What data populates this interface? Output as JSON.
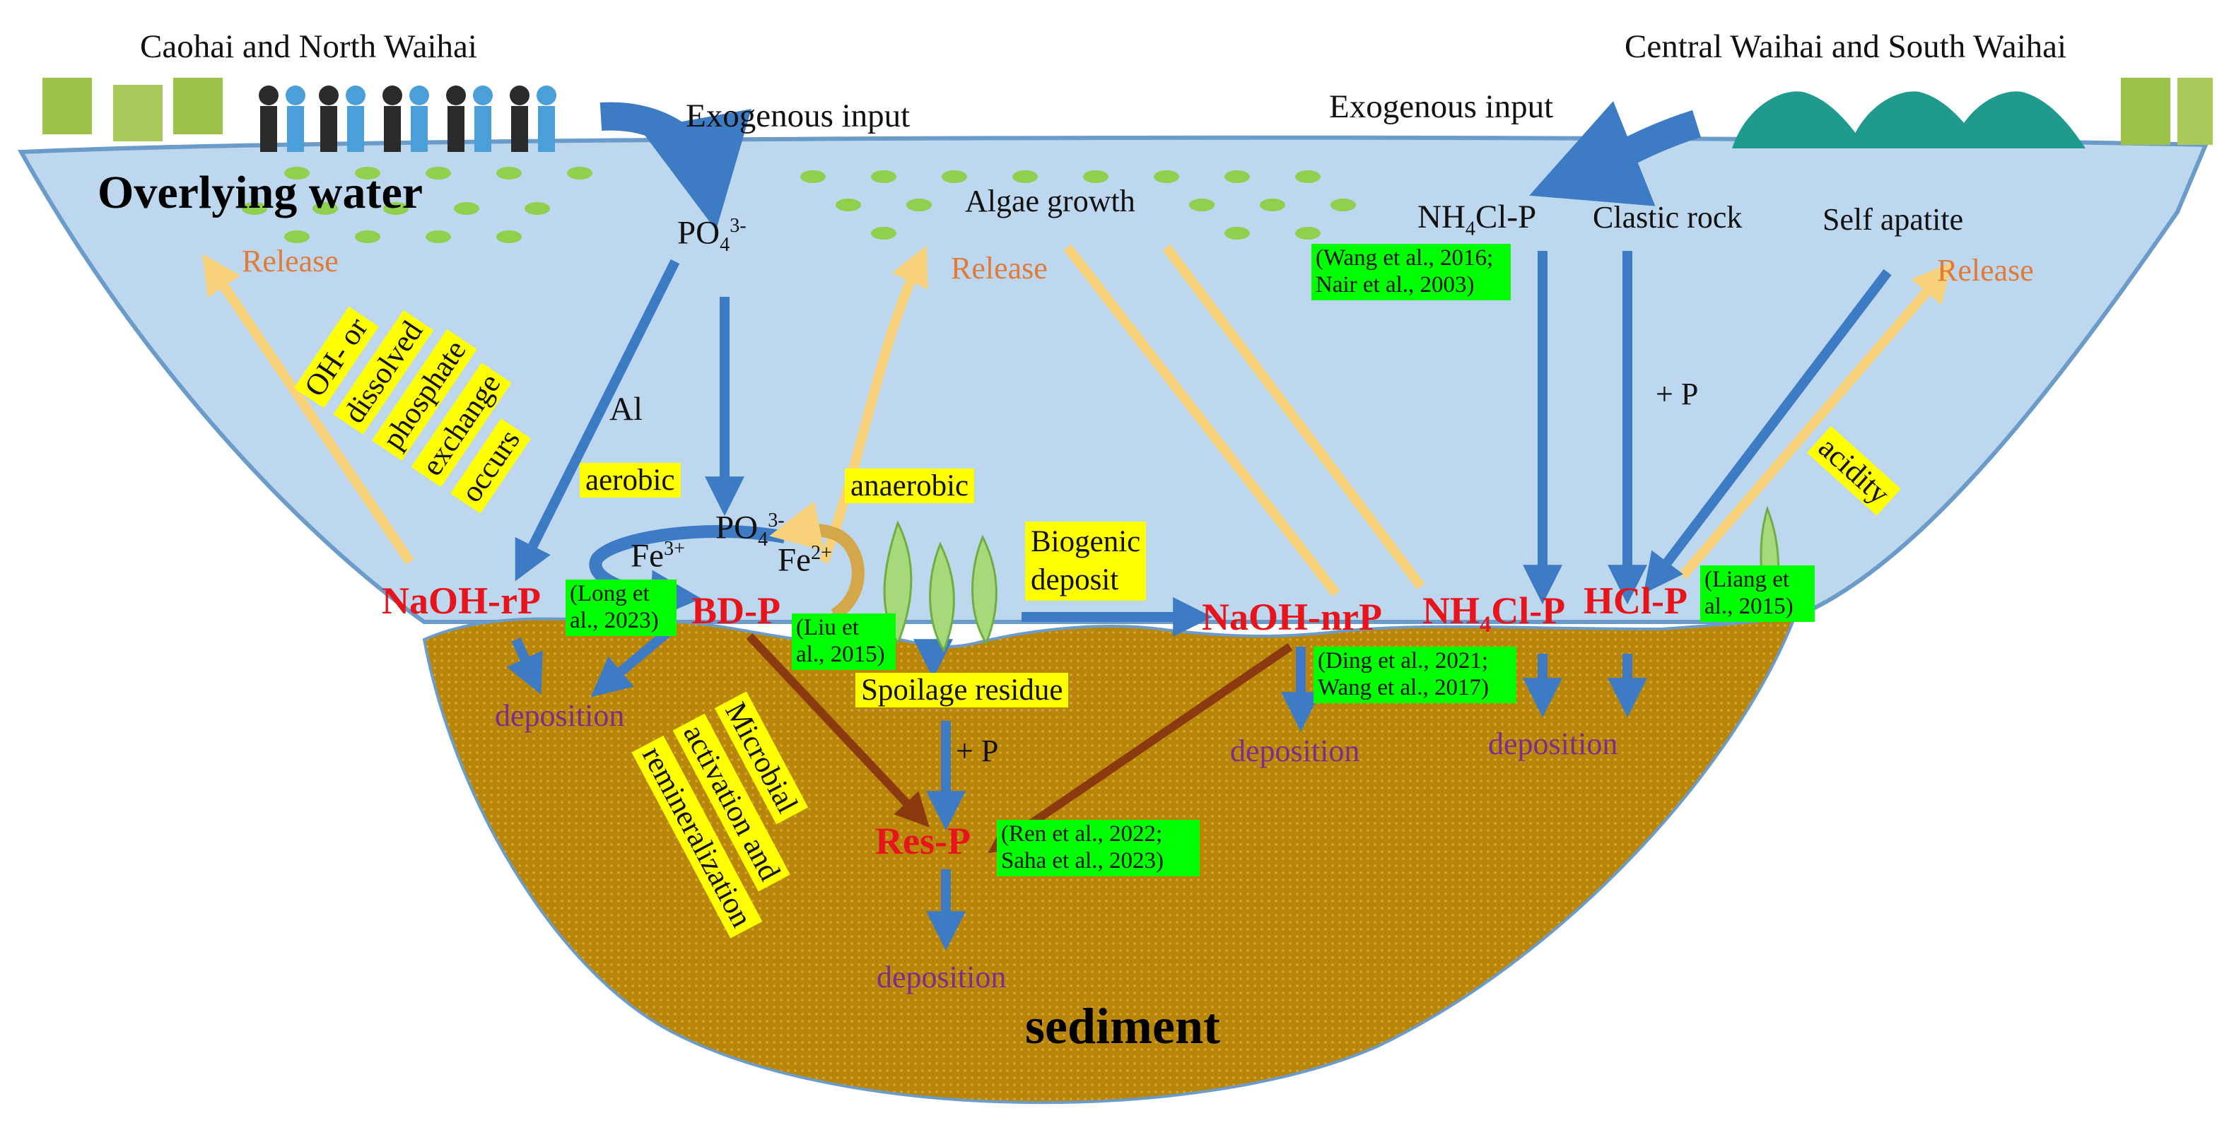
{
  "header": {
    "left_region": "Caohai and North Waihai",
    "right_region": "Central Waihai and South Waihai"
  },
  "inputs": {
    "left_exogenous": "Exogenous input",
    "right_exogenous": "Exogenous input"
  },
  "zones": {
    "water": "Overlying water",
    "sediment": "sediment"
  },
  "species": {
    "po4_top": "PO",
    "po4_mid": "PO",
    "po4_charge": "3-",
    "po4_sub": "4",
    "algae": "Algae growth",
    "nh4cl_source": "NH4Cl-P",
    "clastic": "Clastic rock",
    "apatite": "Self apatite",
    "al": "Al",
    "fe3": "Fe",
    "fe3_charge": "3+",
    "fe2": "Fe",
    "fe2_charge": "2+",
    "plus_p_right": "+ P",
    "plus_p_mid": "+ P"
  },
  "fractions": {
    "naoh_rp": "NaOH-rP",
    "bd_p": "BD-P",
    "naoh_nrp": "NaOH-nrP",
    "nh4cl_p_pre": "NH",
    "nh4cl_p_sub": "4",
    "nh4cl_p_post": "Cl-P",
    "hcl_p": "HCl-P",
    "res_p": "Res-P"
  },
  "processes": {
    "release": "Release",
    "deposition": "deposition",
    "aerobic": "aerobic",
    "anaerobic": "anaerobic",
    "biogenic_1": "Biogenic",
    "biogenic_2": "deposit",
    "spoilage": "Spoilage residue",
    "acidity": "acidity",
    "exchange": [
      "OH- or",
      "dissolved",
      "phosphate",
      "exchange",
      "occurs"
    ],
    "microbial": [
      "Microbial",
      "activation and",
      "remineralization"
    ]
  },
  "references": {
    "wang_nair": "(Wang et al., 2016; Nair et al., 2003)",
    "long": "(Long et al., 2023)",
    "liu": "(Liu et al., 2015)",
    "ding_wang": "(Ding et al., 2021; Wang et al., 2017)",
    "liang": "(Liang et al., 2015)",
    "ren_saha": "(Ren et al., 2022; Saha et al., 2023)"
  },
  "colors": {
    "water": "#bcd7ee",
    "sediment": "#b8860b",
    "blue_arrow": "#3d7cc4",
    "yellow_arrow": "#f7d27a",
    "brown_arrow": "#8b3a10",
    "fraction_red": "#e8141b",
    "highlight_yellow": "#ffff00",
    "highlight_green": "#00ff00"
  },
  "icons": [
    "grass-icon",
    "people-icon",
    "rock-mound-icon",
    "aquatic-plant-icon"
  ]
}
